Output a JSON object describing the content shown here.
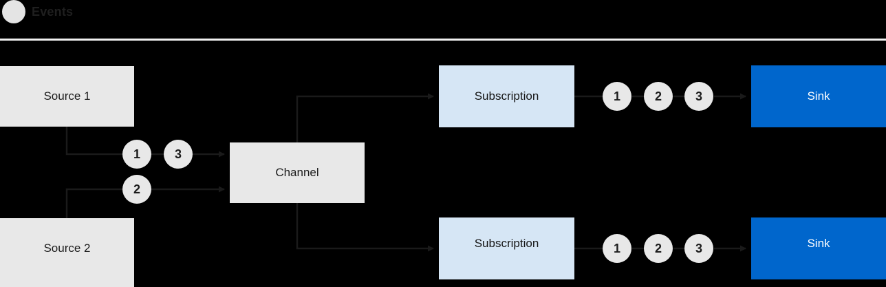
{
  "header": {
    "icon": "events-circle-icon",
    "title": "Events"
  },
  "diagram": {
    "nodes": {
      "source1": "Source 1",
      "source2": "Source 2",
      "channel": "Channel",
      "subscription_top": "Subscription",
      "subscription_bottom": "Subscription",
      "sink_top": "Sink",
      "sink_bottom": "Sink"
    },
    "tokens": {
      "source1_a": "1",
      "source1_b": "3",
      "source2_a": "2",
      "sink_top_1": "1",
      "sink_top_2": "2",
      "sink_top_3": "3",
      "sink_bot_1": "1",
      "sink_bot_2": "2",
      "sink_bot_3": "3"
    }
  },
  "colors": {
    "background": "#000000",
    "box_gray": "#e8e8e8",
    "box_blue_light": "#d6e6f5",
    "sink_blue": "#0066cc",
    "wire": "#1a1a1a",
    "divider": "#f2f2f2",
    "text_dark": "#1c1c1c",
    "text_light": "#ffffff"
  }
}
